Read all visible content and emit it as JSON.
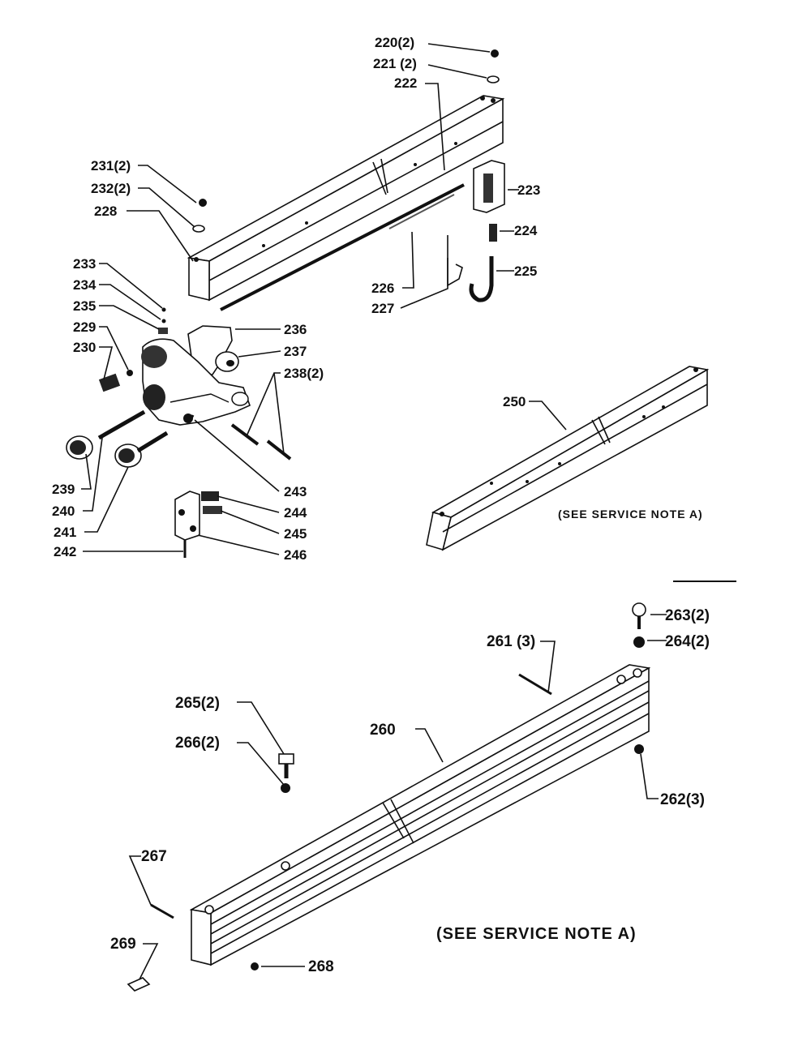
{
  "labels": {
    "p220": "220(2)",
    "p221": "221 (2)",
    "p222": "222",
    "p223": "223",
    "p224": "224",
    "p225": "225",
    "p226": "226",
    "p227": "227",
    "p228": "228",
    "p229": "229",
    "p230": "230",
    "p231": "231(2)",
    "p232": "232(2)",
    "p233": "233",
    "p234": "234",
    "p235": "235",
    "p236": "236",
    "p237": "237",
    "p238": "238(2)",
    "p239": "239",
    "p240": "240",
    "p241": "241",
    "p242": "242",
    "p243": "243",
    "p244": "244",
    "p245": "245",
    "p246": "246",
    "p250": "250",
    "p260": "260",
    "p261": "261 (3)",
    "p262": "262(3)",
    "p263": "263(2)",
    "p264": "264(2)",
    "p265": "265(2)",
    "p266": "266(2)",
    "p267": "267",
    "p268": "268",
    "p269": "269"
  },
  "notes": {
    "service_note_upper": "(SEE SERVICE NOTE A)",
    "service_note_lower": "(SEE SERVICE NOTE A)"
  }
}
